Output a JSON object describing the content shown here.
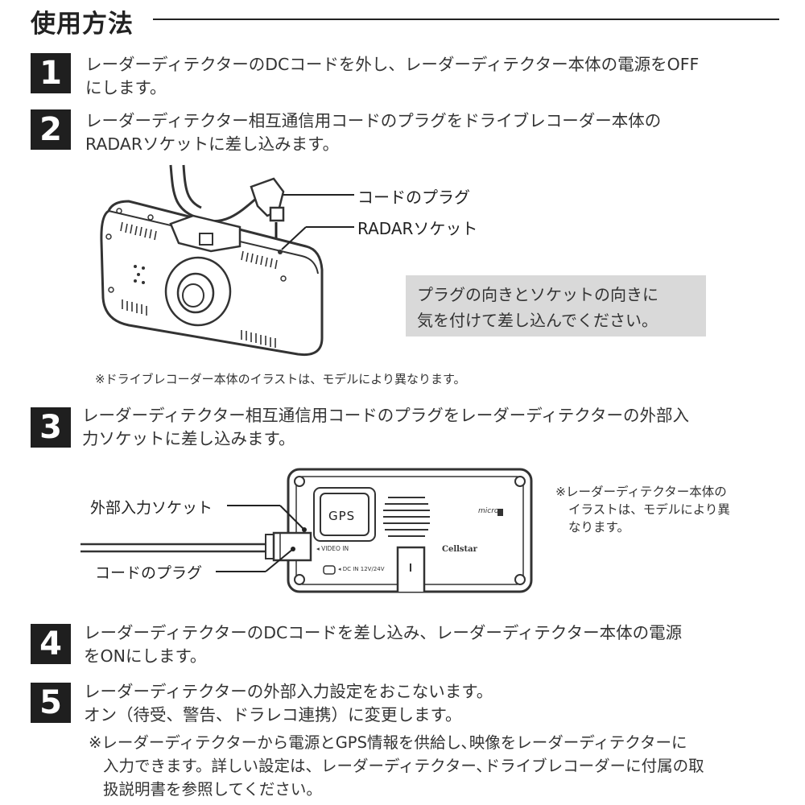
{
  "title": "使用方法",
  "steps": [
    {
      "num": "1",
      "lines": [
        "レーダーディテクターのDCコードを外し、レーダーディテクター本体の電源をOFF",
        "にします。"
      ]
    },
    {
      "num": "2",
      "lines": [
        "レーダーディテクター相互通信用コードのプラグをドライブレコーダー本体の",
        "RADARソケットに差し込みます。"
      ]
    },
    {
      "num": "3",
      "lines": [
        "レーダーディテクター相互通信用コードのプラグをレーダーディテクターの外部入",
        "力ソケットに差し込みます。"
      ]
    },
    {
      "num": "4",
      "lines": [
        "レーダーディテクターのDCコードを差し込み、レーダーディテクター本体の電源",
        "をONにします。"
      ]
    },
    {
      "num": "5",
      "lines": [
        "レーダーディテクターの外部入力設定をおこないます。",
        "オン（待受、警告、ドラレコ連携）に変更します。"
      ]
    }
  ],
  "figure1": {
    "label_plug": "コードのプラグ",
    "label_socket": "RADARソケット",
    "callout": [
      "プラグの向きとソケットの向きに",
      "気を付けて差し込んでください。"
    ],
    "note": "※ドライブレコーダー本体のイラストは、モデルにより異なります。"
  },
  "figure2": {
    "label_input": "外部入力ソケット",
    "label_plug": "コードのプラグ",
    "gps": "GPS",
    "video_in": "◂ VIDEO IN",
    "dc_in": "◂ DC IN 12V/24V",
    "brand": "Cellstar",
    "micro": "micro",
    "side_note": [
      "※レーダーディテクター本体の",
      "イラストは、モデルにより異",
      "なります。"
    ]
  },
  "footnote": [
    "※レーダーディテクターから電源とGPS情報を供給し､映像をレーダーディテクターに",
    "入力できます。詳しい設定は、レーダーディテクター､ドライブレコーダーに付属の取",
    "扱説明書を参照してください。"
  ]
}
